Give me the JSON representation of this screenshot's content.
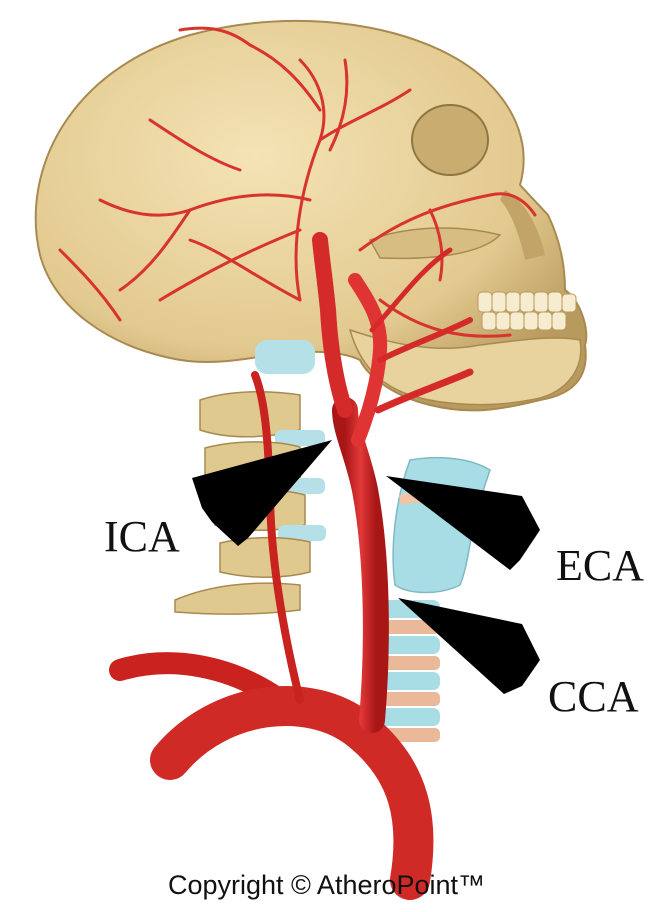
{
  "labels": {
    "ica": "ICA",
    "eca": "ECA",
    "cca": "CCA"
  },
  "copyright": "Copyright © AtheroPoint™",
  "colors": {
    "artery": "#d42a2a",
    "artery_dark": "#a81616",
    "bone": "#e5cf9a",
    "bone_shadow": "#b89a5c",
    "cartilage": "#a9dde6",
    "arrow": "#000000"
  }
}
